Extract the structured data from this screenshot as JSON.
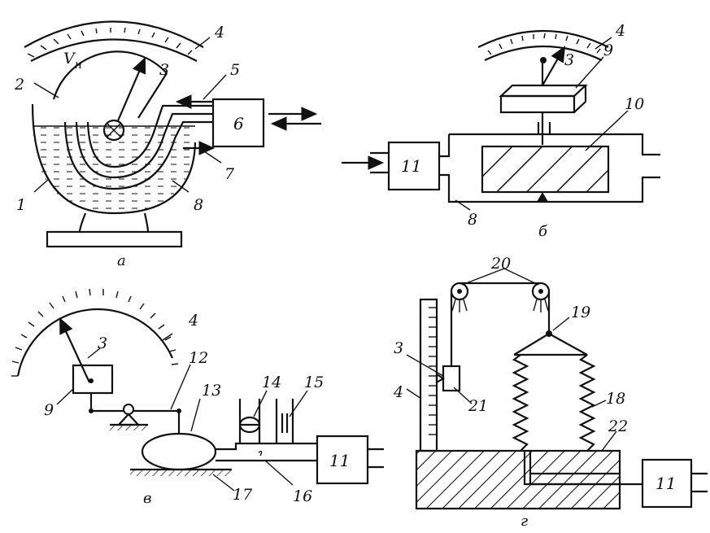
{
  "panels": {
    "a": {
      "caption": "а",
      "volume_label": "V",
      "volume_subscript": "н",
      "callouts": [
        "1",
        "2",
        "3",
        "4",
        "5",
        "6",
        "7",
        "8"
      ]
    },
    "b": {
      "caption": "б",
      "callouts": [
        "3",
        "4",
        "8",
        "9",
        "10",
        "11"
      ]
    },
    "v": {
      "caption": "в",
      "callouts": [
        "3",
        "4",
        "9",
        "11",
        "12",
        "13",
        "14",
        "15",
        "16",
        "17"
      ]
    },
    "g": {
      "caption": "г",
      "callouts": [
        "3",
        "4",
        "11",
        "18",
        "19",
        "20",
        "21",
        "22"
      ]
    }
  }
}
